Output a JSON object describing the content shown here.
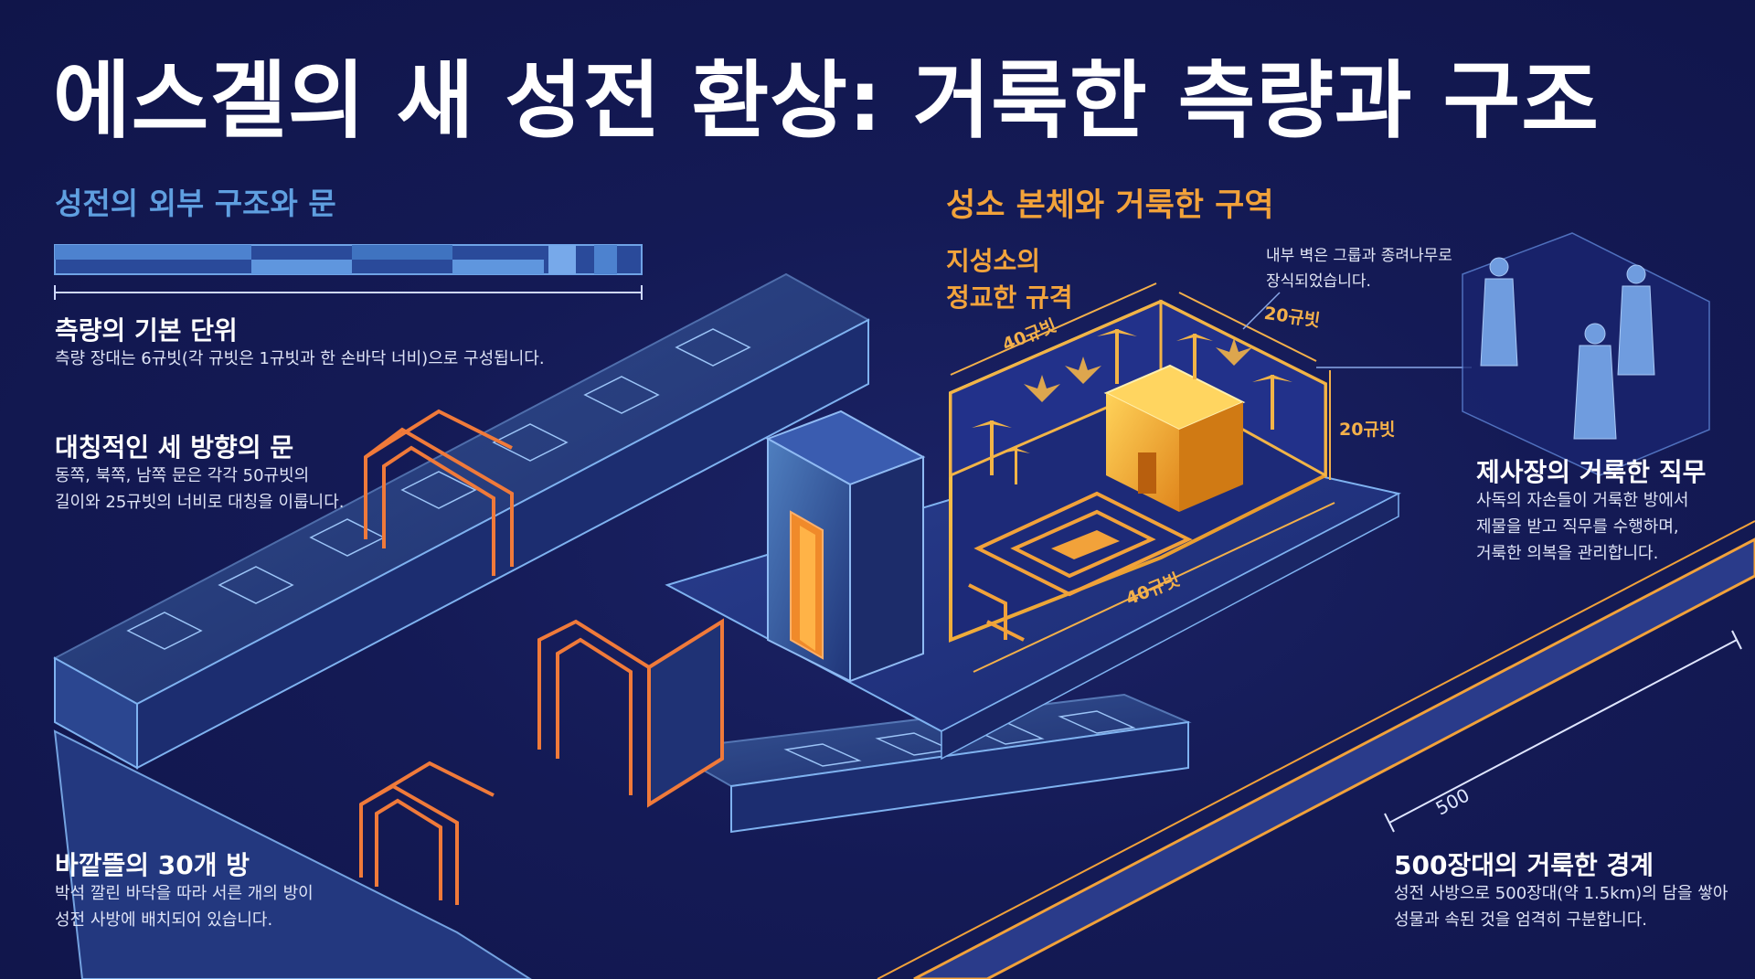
{
  "title": "에스겔의 새 성전 환상: 거룩한 측량과 구조",
  "left_section": {
    "heading": "성전의 외부 구조와 문",
    "blocks": [
      {
        "title": "측량의 기본 단위",
        "text": "측량 장대는 6규빗(각 규빗은 1규빗과 한 손바닥 너비)으로 구성됩니다."
      },
      {
        "title": "대칭적인 세 방향의 문",
        "lines": [
          "동쪽, 북쪽, 남쪽 문은 각각 50규빗의",
          "길이와 25규빗의 너비로 대칭을 이룹니다."
        ]
      },
      {
        "title": "바깥뜰의 30개 방",
        "lines": [
          "박석 깔린 바닥을 따라 서른 개의 방이",
          "성전 사방에 배치되어 있습니다."
        ]
      }
    ]
  },
  "center_section": {
    "heading": "성소 본체와 거룩한 구역",
    "holy_of_holies": [
      "지성소의",
      "정교한 규격"
    ],
    "wall_note": [
      "내부 벽은 그룹과 종려나무로",
      "장식되었습니다."
    ],
    "dimensions": {
      "left_top": "40규빗",
      "right_top": "20규빗",
      "right_side": "20규빗",
      "bottom": "40규빗"
    }
  },
  "right_section": {
    "priests": {
      "title": "제사장의 거룩한 직무",
      "lines": [
        "사독의 자손들이 거룩한 방에서",
        "제물을 받고 직무를 수행하며,",
        "거룩한 의복을 관리합니다."
      ]
    },
    "boundary": {
      "title": "500장대의 거룩한 경계",
      "lines": [
        "성전 사방으로 500장대(약 1.5km)의 담을 쌓아",
        "성물과 속된 것을 엄격히 구분합니다."
      ]
    },
    "boundary_label": "500"
  },
  "colors": {
    "background": "#141a55",
    "blue_accent": "#5f9fe0",
    "gold_accent": "#f2a23a",
    "orange_line": "#f07a3a"
  }
}
